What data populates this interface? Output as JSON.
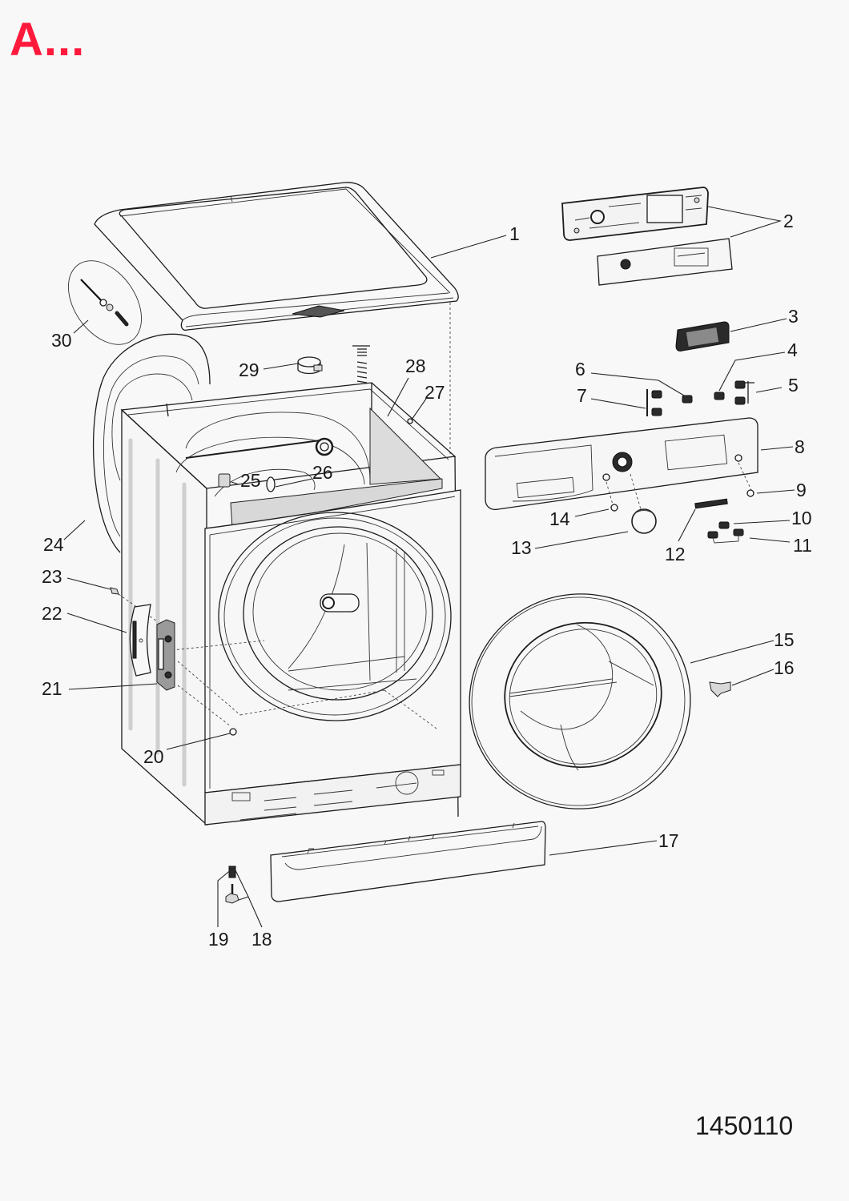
{
  "header": {
    "section_title": "A...",
    "title_color": "#ff1a3c"
  },
  "footer": {
    "drawing_number": "1450110"
  },
  "diagram": {
    "type": "exploded-parts-view",
    "subject": "front-loading tumble dryer",
    "callouts": [
      {
        "id": "1",
        "label": "1",
        "part": "top-cover"
      },
      {
        "id": "2",
        "label": "2",
        "part": "control-boards"
      },
      {
        "id": "3",
        "label": "3",
        "part": "display-module"
      },
      {
        "id": "4",
        "label": "4",
        "part": "button"
      },
      {
        "id": "5",
        "label": "5",
        "part": "button-set"
      },
      {
        "id": "6",
        "label": "6",
        "part": "button"
      },
      {
        "id": "7",
        "label": "7",
        "part": "button-set"
      },
      {
        "id": "8",
        "label": "8",
        "part": "control-panel-fascia"
      },
      {
        "id": "9",
        "label": "9",
        "part": "indicator-lens"
      },
      {
        "id": "10",
        "label": "10",
        "part": "push-button"
      },
      {
        "id": "11",
        "label": "11",
        "part": "push-button-pair"
      },
      {
        "id": "12",
        "label": "12",
        "part": "led-light-pipe"
      },
      {
        "id": "13",
        "label": "13",
        "part": "selector-knob"
      },
      {
        "id": "14",
        "label": "14",
        "part": "indicator-lens"
      },
      {
        "id": "15",
        "label": "15",
        "part": "door-assembly"
      },
      {
        "id": "16",
        "label": "16",
        "part": "door-catch"
      },
      {
        "id": "17",
        "label": "17",
        "part": "kickplate"
      },
      {
        "id": "18",
        "label": "18",
        "part": "adjustable-foot"
      },
      {
        "id": "19",
        "label": "19",
        "part": "foot-insert"
      },
      {
        "id": "20",
        "label": "20",
        "part": "screw"
      },
      {
        "id": "21",
        "label": "21",
        "part": "door-hinge"
      },
      {
        "id": "22",
        "label": "22",
        "part": "hinge-cover"
      },
      {
        "id": "23",
        "label": "23",
        "part": "screw"
      },
      {
        "id": "24",
        "label": "24",
        "part": "rear-gasket"
      },
      {
        "id": "25",
        "label": "25",
        "part": "clip"
      },
      {
        "id": "26",
        "label": "26",
        "part": "grommet"
      },
      {
        "id": "27",
        "label": "27",
        "part": "fixing"
      },
      {
        "id": "28",
        "label": "28",
        "part": "insulation-panel"
      },
      {
        "id": "29",
        "label": "29",
        "part": "hose-clamp"
      },
      {
        "id": "30",
        "label": "30",
        "part": "rod-kit"
      }
    ]
  }
}
